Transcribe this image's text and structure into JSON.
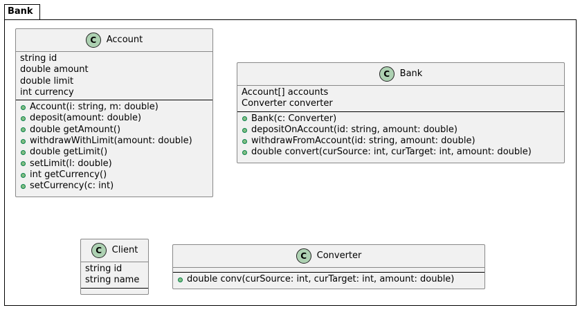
{
  "package": {
    "name": "Bank"
  },
  "classes": [
    {
      "badge": "C",
      "name": "Account",
      "fields": [
        "string id",
        "double amount",
        "double limit",
        "int currency"
      ],
      "methods": [
        "Account(i: string, m: double)",
        "deposit(amount: double)",
        "double getAmount()",
        "withdrawWithLimit(amount: double)",
        "double getLimit()",
        "setLimit(l: double)",
        "int getCurrency()",
        "setCurrency(c: int)"
      ]
    },
    {
      "badge": "C",
      "name": "Bank",
      "fields": [
        "Account[] accounts",
        "Converter converter"
      ],
      "methods": [
        "Bank(c: Converter)",
        "depositOnAccount(id: string, amount: double)",
        "withdrawFromAccount(id: string, amount: double)",
        "double convert(curSource: int, curTarget: int, amount: double)"
      ]
    },
    {
      "badge": "C",
      "name": "Client",
      "fields": [
        "string id",
        "string name"
      ],
      "methods": []
    },
    {
      "badge": "C",
      "name": "Converter",
      "fields": [],
      "methods": [
        "double conv(curSource: int, curTarget: int, amount: double)"
      ]
    }
  ],
  "colors": {
    "class_bg": "#f1f1f1",
    "badge": "#add1b2",
    "public_dot": "#84be84"
  }
}
